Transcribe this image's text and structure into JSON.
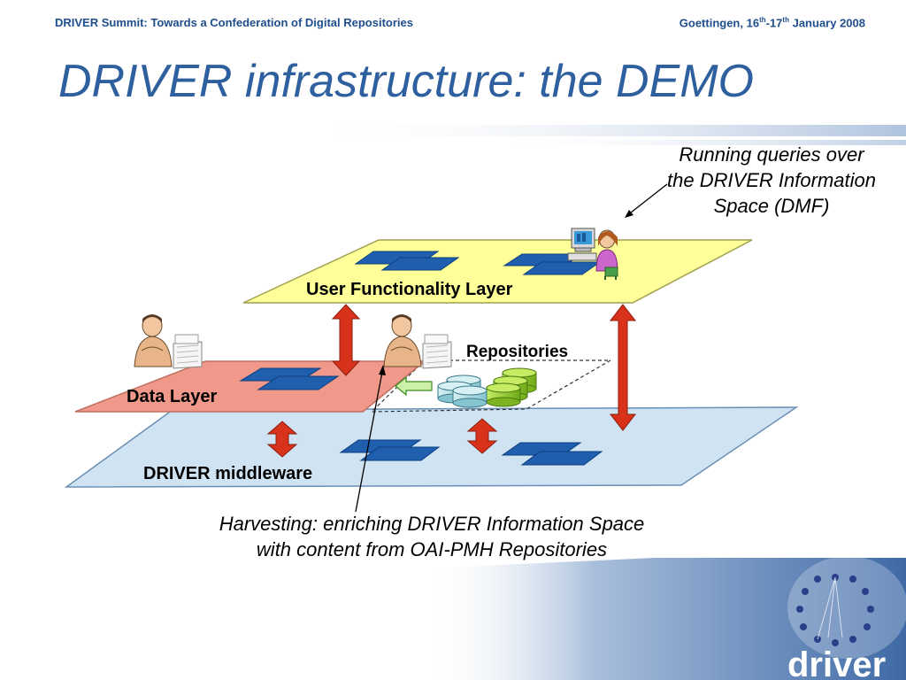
{
  "header": {
    "left": "DRIVER Summit: Towards a Confederation of Digital Repositories",
    "right_prefix": "Goettingen, 16",
    "right_sup1": "th",
    "right_mid": "-17",
    "right_sup2": "th",
    "right_suffix": " January 2008"
  },
  "title": "DRIVER infrastructure: the DEMO",
  "layers": {
    "user": "User Functionality Layer",
    "data": "Data Layer",
    "middleware": "DRIVER middleware",
    "repositories": "Repositories"
  },
  "annotations": {
    "queries": "Running queries over the DRIVER Information Space (DMF)",
    "harvesting": "Harvesting: enriching DRIVER  Information Space with content from OAI-PMH Repositories"
  },
  "logo": {
    "text": "driver"
  },
  "colors": {
    "title": "#2e5f9e",
    "header": "#1f4e8c",
    "user_layer": "#ffff99",
    "data_layer": "#f0998a",
    "middleware_layer": "#cfe3f3",
    "module": "#1f5fae",
    "arrow": "#d9321a",
    "cylinder_blue": "#a8d8e0",
    "cylinder_green": "#9acd32"
  }
}
